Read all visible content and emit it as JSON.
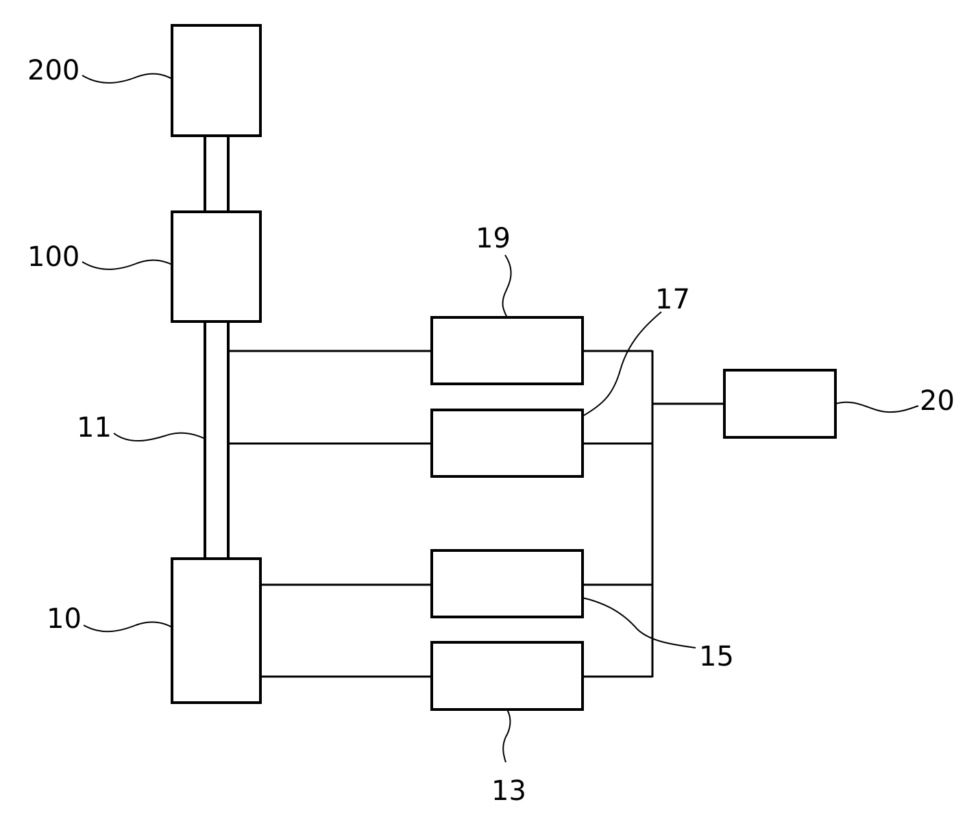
{
  "diagram": {
    "labels": {
      "block_200": "200",
      "block_100": "100",
      "block_10": "10",
      "bus_11": "11",
      "block_13": "13",
      "block_15": "15",
      "block_17": "17",
      "block_19": "19",
      "block_20": "20"
    },
    "colors": {
      "stroke": "#000000",
      "background": "#ffffff"
    }
  }
}
